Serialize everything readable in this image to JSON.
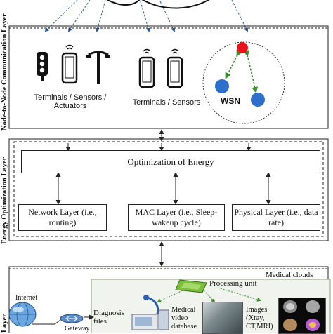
{
  "layers": {
    "node": "Node-to-Node Communication Layer",
    "energy": "Energy Optimization Layer",
    "third_partial": "Layer"
  },
  "node_layer": {
    "group1_label": "Terminals / Sensors / Actuators",
    "group2_label": "Terminals / Sensors",
    "wsn_label": "WSN"
  },
  "energy_layer": {
    "optimization_title": "Optimization of Energy",
    "network_box": "Network Layer (i.e., routing)",
    "mac_box": "MAC Layer (i.e., Sleep-wakeup cycle)",
    "physical_box": "Physical Layer (i.e., data rate)"
  },
  "cloud_layer": {
    "medical_clouds": "Medical clouds",
    "processing_unit": "Processing unit",
    "internet": "Internet",
    "gateway": "Gateway",
    "diagnosis_files": "Diagnosis files",
    "medical_video_database": "Medical video database",
    "images": "Images (Xray, CT,MRI)"
  },
  "colors": {
    "wsn_head": "#e8141c",
    "wsn_node": "#2e6fcc",
    "wsn_arrow": "#3a8f2c",
    "dashed_arrow": "#2f5b9a",
    "cloud_bg": "#f1f4ee",
    "processing_chip": "#7bbf3a"
  },
  "icons": [
    "traffic-light-icon",
    "smartphone-icon",
    "street-lamp-icon",
    "wireless-signal-icon",
    "globe-icon",
    "router-icon",
    "processing-chip-icon",
    "medical-device-icon"
  ]
}
